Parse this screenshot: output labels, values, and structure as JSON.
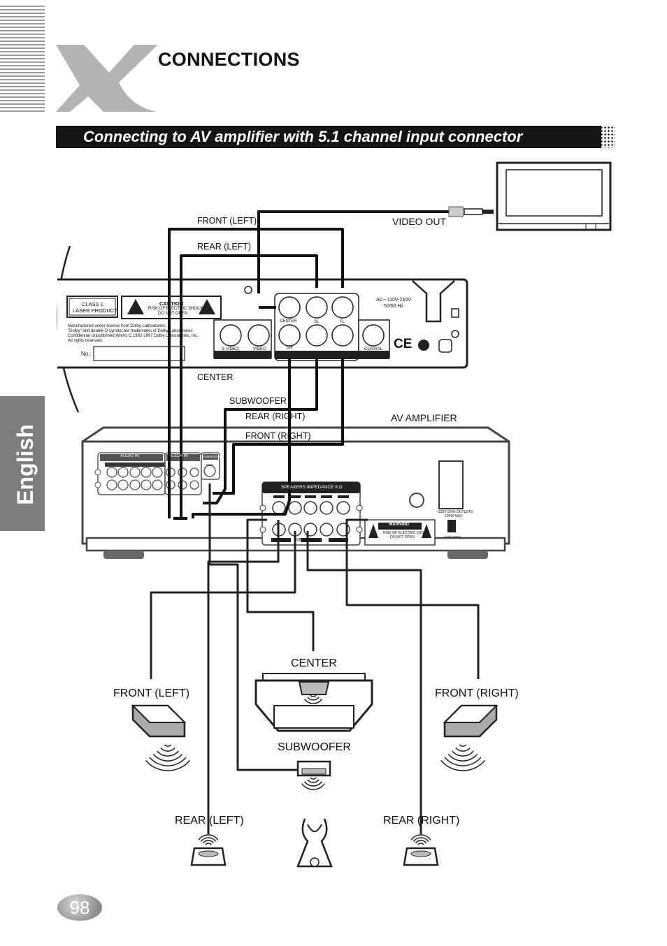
{
  "header": {
    "title": "CONNECTIONS",
    "subtitle": "Connecting to AV amplifier with 5.1 channel input connector"
  },
  "side_tab": {
    "label": "English"
  },
  "page_number": "98",
  "cable_labels": {
    "front_left": "FRONT (LEFT)",
    "rear_left": "REAR (LEFT)",
    "video_out": "VIDEO OUT",
    "center": "CENTER",
    "subwoofer": "SUBWOOFER",
    "rear_right": "REAR (RIGHT)",
    "front_right": "FRONT (RIGHT)",
    "av_amplifier": "AV AMPLIFIER"
  },
  "player_panel": {
    "class1_line1": "CLASS 1",
    "class1_line2": "LASER PRODUCT",
    "caution_title": "CAUTION",
    "caution_line1": "RISK OF ELECTRIC SHOCK",
    "caution_line2": "DO NOT OPEN",
    "license_line1": "Manufactured under license from Dolby Laboratories",
    "license_line2": "\"Dolby\" and double-D symbol are trademarks of Dolby Laboratories",
    "license_line3": "Confidential Unpublished Works C 1992-1997 Dolby Laboratories, Inc.",
    "license_line4": "All rights reserved.",
    "serial_label": "No.:",
    "svideo": "S-VIDEO",
    "video": "VIDEO",
    "center": "CENTER",
    "sl": "SL",
    "fl": "FL",
    "sw": "SW",
    "coaxial": "COAXIAL",
    "power_line1": "AC~ 110V-240V",
    "power_line2": "50/60 Hz",
    "ce_mark": "CE"
  },
  "amp_panel": {
    "audio_in": "AUDIO IN",
    "ch51_in": "5.1CH IN",
    "subwoofer_out": "SUBWOOFER",
    "subwoofer_out2": "OUT",
    "speakers": "SPEAKERS IMPEDANCE 8 Ω",
    "ch_center": "CENTER",
    "ch_surround": "SURROUND",
    "ch_front": "FRONT",
    "warning_title": "WARNING",
    "warning_line1": "RISK OF ELECTRIC SHOCK",
    "warning_line2": "DO NOT OPEN",
    "outlets_line1": "~220V 50Hz OUTLETS",
    "outlets_line2": "100W MAX",
    "mains": "~220V 50Hz"
  },
  "speaker_labels": {
    "center": "CENTER",
    "front_left": "FRONT (LEFT)",
    "front_right": "FRONT (RIGHT)",
    "subwoofer": "SUBWOOFER",
    "rear_left": "REAR (LEFT)",
    "rear_right": "REAR (RIGHT)"
  }
}
